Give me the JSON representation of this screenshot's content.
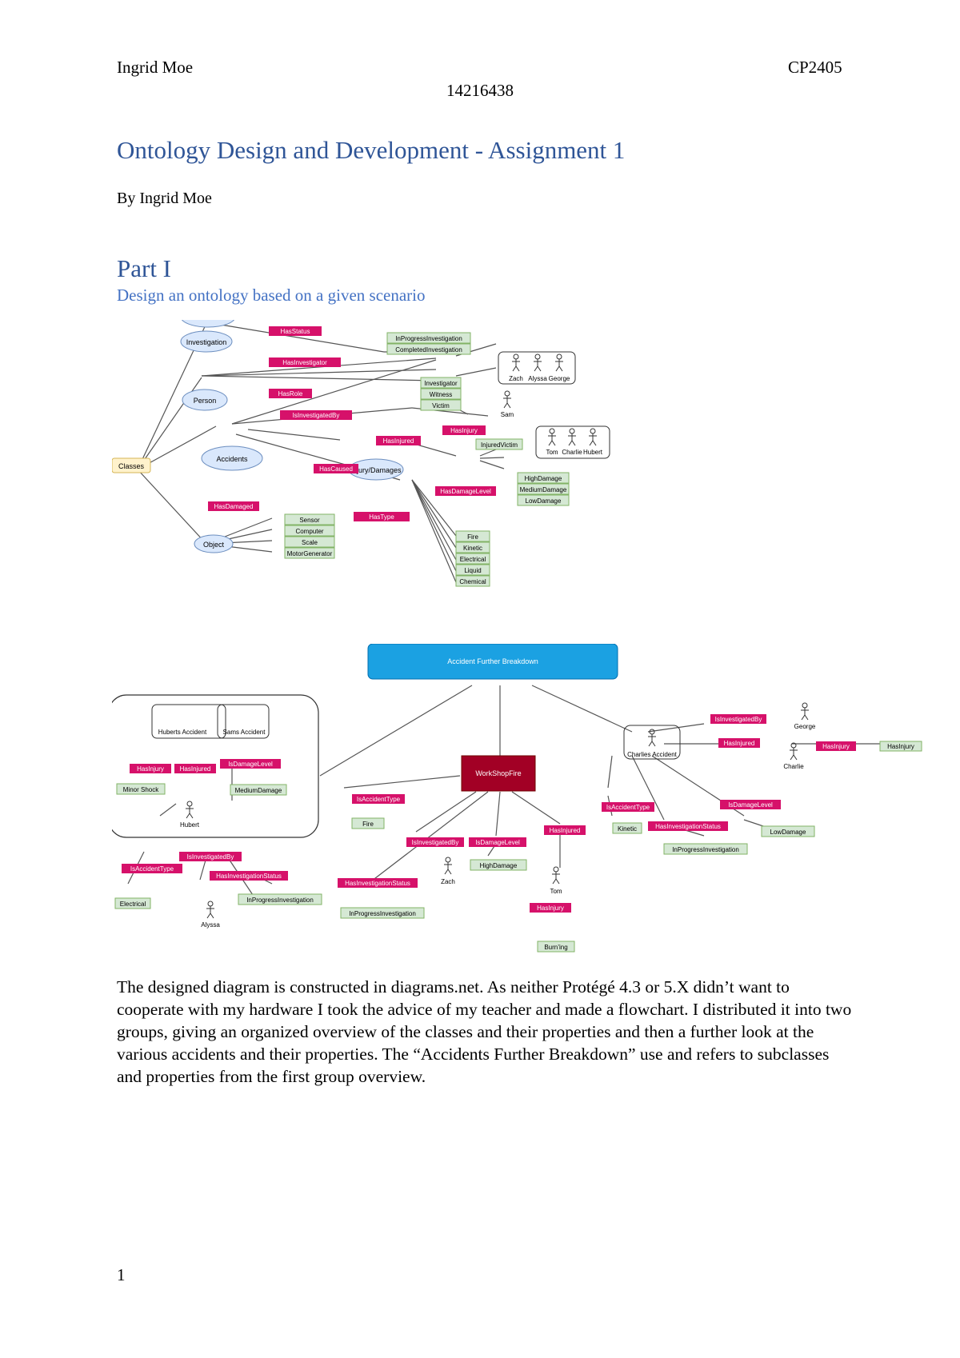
{
  "header": {
    "author": "Ingrid Moe",
    "course": "CP2405",
    "student_id": "14216438"
  },
  "title": "Ontology Design and Development - Assignment 1",
  "byline": "By Ingrid Moe",
  "part": {
    "heading": "Part I",
    "subheading": "Design an ontology based on a given scenario"
  },
  "diagram1": {
    "classes": [
      "Classes",
      "Investigation",
      "Person",
      "Accidents",
      "Injury/Damages",
      "Object"
    ],
    "properties": [
      "HasStatus",
      "HasInvestigator",
      "HasRole",
      "IsInvestigatedBy",
      "HasInjured",
      "HasInjury",
      "HasCaused",
      "HasDamageLevel",
      "HasDamaged",
      "HasType"
    ],
    "investigation_status": [
      "InProgressInvestigation",
      "CompletedInvestigation"
    ],
    "roles": [
      "Investigator",
      "Witness",
      "Victim"
    ],
    "investigators": [
      "Zach",
      "Alyssa",
      "George"
    ],
    "witness": "Sam",
    "injured_victim": "InjuredVictim",
    "victims": [
      "Tom",
      "Charlie",
      "Hubert"
    ],
    "damage_levels": [
      "HighDamage",
      "MediumDamage",
      "LowDamage"
    ],
    "accident_types": [
      "Fire",
      "Kinetic",
      "Electrical",
      "Liquid",
      "Chemical"
    ],
    "objects": [
      "Sensor",
      "Computer",
      "Scale",
      "MotorGenerator"
    ]
  },
  "diagram2": {
    "root": "Accident Further Breakdown",
    "left": {
      "accidents": [
        "Huberts Accident",
        "Sams Accident"
      ],
      "props": [
        "HasInjury",
        "HasInjured",
        "IsDamageLevel",
        "IsAccidentType",
        "IsInvestigatedBy",
        "HasInvestigationStatus"
      ],
      "values": [
        "Minor Shock",
        "MediumDamage",
        "Electrical",
        "InProgressInvestigation"
      ],
      "actors": [
        "Hubert",
        "Alyssa"
      ]
    },
    "center": {
      "accident": "WorkShopFire",
      "props": [
        "IsAccidentType",
        "IsInvestigatedBy",
        "IsDamageLevel",
        "HasInjured",
        "HasInvestigationStatus",
        "HasInjury"
      ],
      "values": [
        "Fire",
        "HighDamage",
        "InProgressInvestigation",
        "Burn’ing"
      ],
      "actors": [
        "Zach",
        "Tom"
      ]
    },
    "right": {
      "accident": "Charlies Accident",
      "props": [
        "IsInvestigatedBy",
        "HasInjured",
        "HasInjury",
        "HasInjury",
        "IsAccidentType",
        "HasInvestigationStatus",
        "IsDamageLevel"
      ],
      "values": [
        "Kinetic",
        "InProgressInvestigation",
        "LowDamage"
      ],
      "actors": [
        "George",
        "Charlie"
      ]
    }
  },
  "paragraph": "The designed diagram is constructed in diagrams.net. As neither Protégé 4.3 or 5.X didn’t want to cooperate with my hardware I took the advice of my teacher and made a flowchart. I distributed it into two groups, giving an organized overview of the classes and their properties and then a further look at the various accidents and their properties. The “Accidents Further Breakdown” use and refers to subclasses and properties from the first group overview.",
  "page_number": "1",
  "colors": {
    "heading": "#2f5597",
    "subheading": "#4472c4",
    "property": "#d6116a",
    "value": "#d5e8d4",
    "class": "#dae8fc",
    "root": "#1ba1e2",
    "workshop": "#a20025"
  }
}
